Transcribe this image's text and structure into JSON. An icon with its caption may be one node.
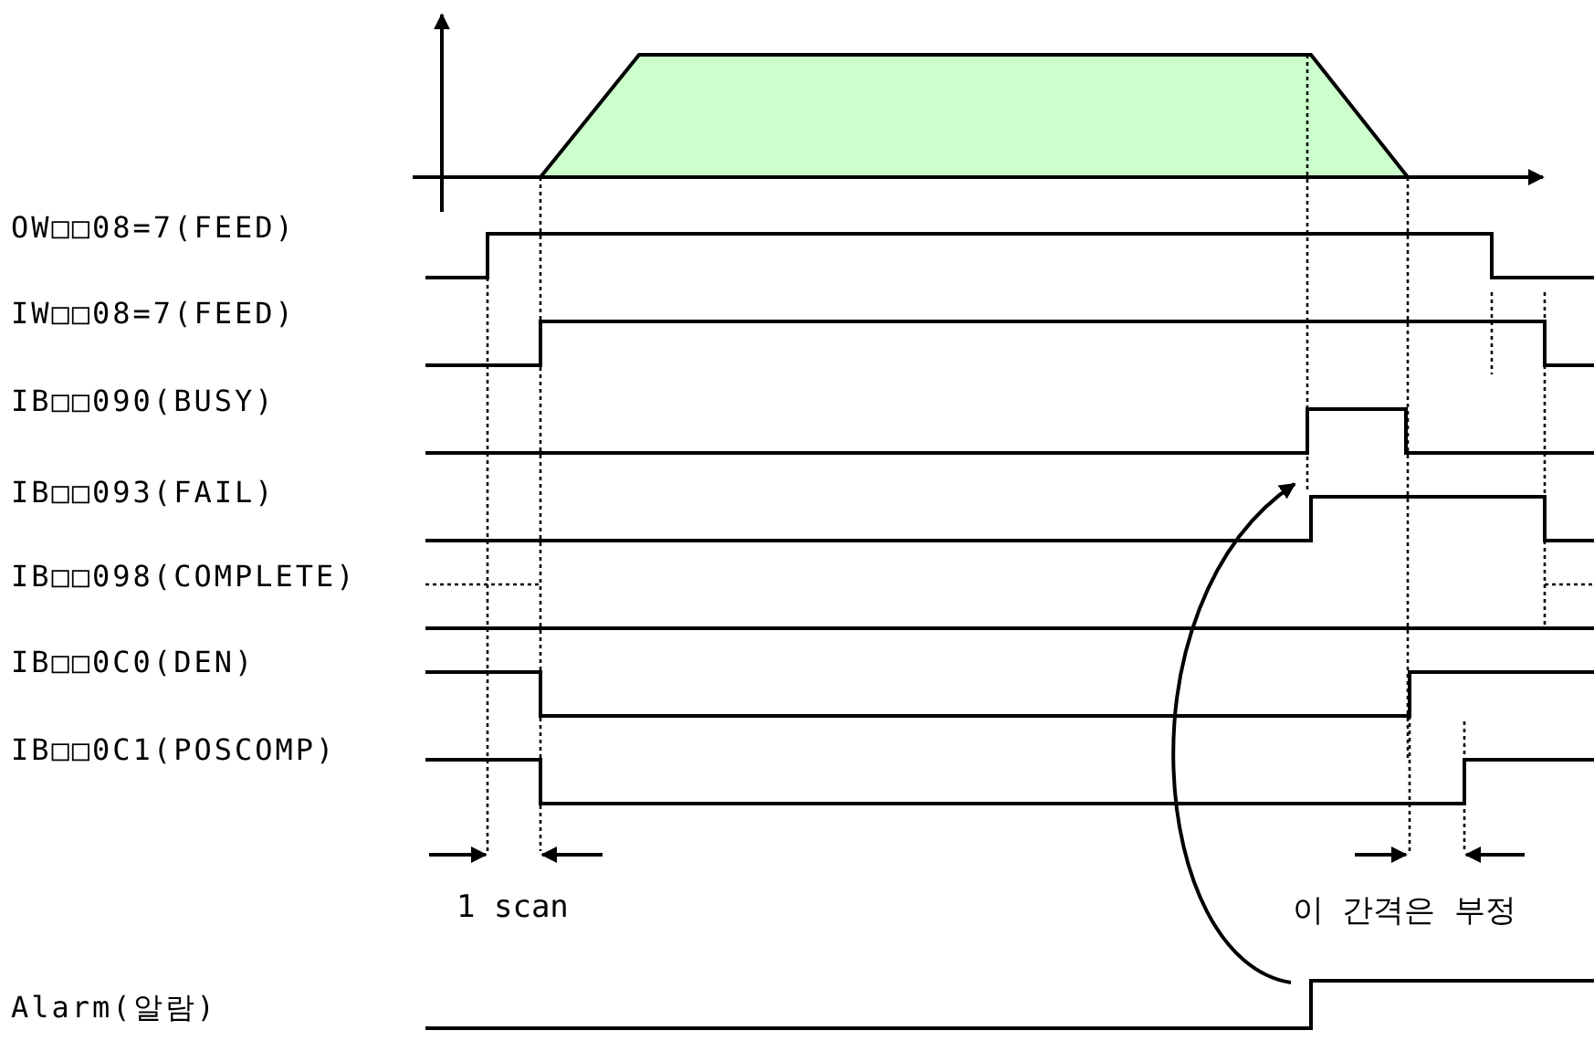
{
  "diagram": {
    "nodes": [
      {
        "text": [
          "OW□□08=7(FEED)"
        ]
      },
      {
        "text": [
          "IW□□08=7(FEED)"
        ]
      },
      {
        "text": [
          "IB□□090(BUSY)"
        ]
      },
      {
        "text": [
          "IB□□093(FAIL)"
        ]
      },
      {
        "text": [
          "IB□□098(COMPLETE)"
        ]
      },
      {
        "text": [
          "IB□□0C0(DEN)"
        ]
      },
      {
        "text": [
          "IB□□0C1(POSCOMP)"
        ]
      },
      {
        "text": [
          "Alarm(알람)"
        ]
      }
    ],
    "labels": [
      "1 scan",
      "이 간격은 부정"
    ]
  }
}
